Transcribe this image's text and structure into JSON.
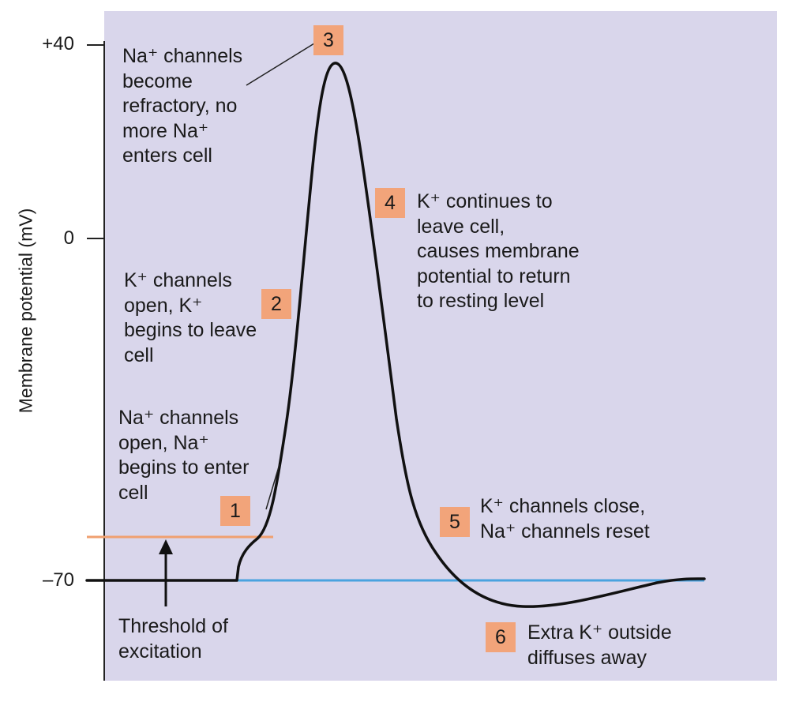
{
  "y_axis": {
    "title": "Membrane potential (mV)",
    "ticks": [
      "+40",
      "0",
      "–70"
    ]
  },
  "steps": [
    {
      "number": "1",
      "lines": [
        "Na⁺ channels",
        "open, Na⁺",
        "begins to enter",
        "cell"
      ]
    },
    {
      "number": "2",
      "lines": [
        "K⁺ channels",
        "open, K⁺",
        "begins to leave",
        "cell"
      ]
    },
    {
      "number": "3",
      "lines": [
        "Na⁺ channels",
        "become",
        "refractory, no",
        "more Na⁺",
        "enters cell"
      ]
    },
    {
      "number": "4",
      "lines": [
        "K⁺ continues to",
        "leave cell,",
        "causes membrane",
        "potential to return",
        "to resting level"
      ]
    },
    {
      "number": "5",
      "lines": [
        "K⁺ channels close,",
        "Na⁺ channels reset"
      ]
    },
    {
      "number": "6",
      "lines": [
        "Extra K⁺ outside",
        "diffuses away"
      ]
    }
  ],
  "threshold": {
    "lines": [
      "Threshold of",
      "excitation"
    ]
  },
  "colors": {
    "panel": "#d9d6eb",
    "trace": "#111111",
    "threshold_line": "#f0a070",
    "resting_line": "#4aa3df",
    "badge": "#f2a47a"
  }
}
